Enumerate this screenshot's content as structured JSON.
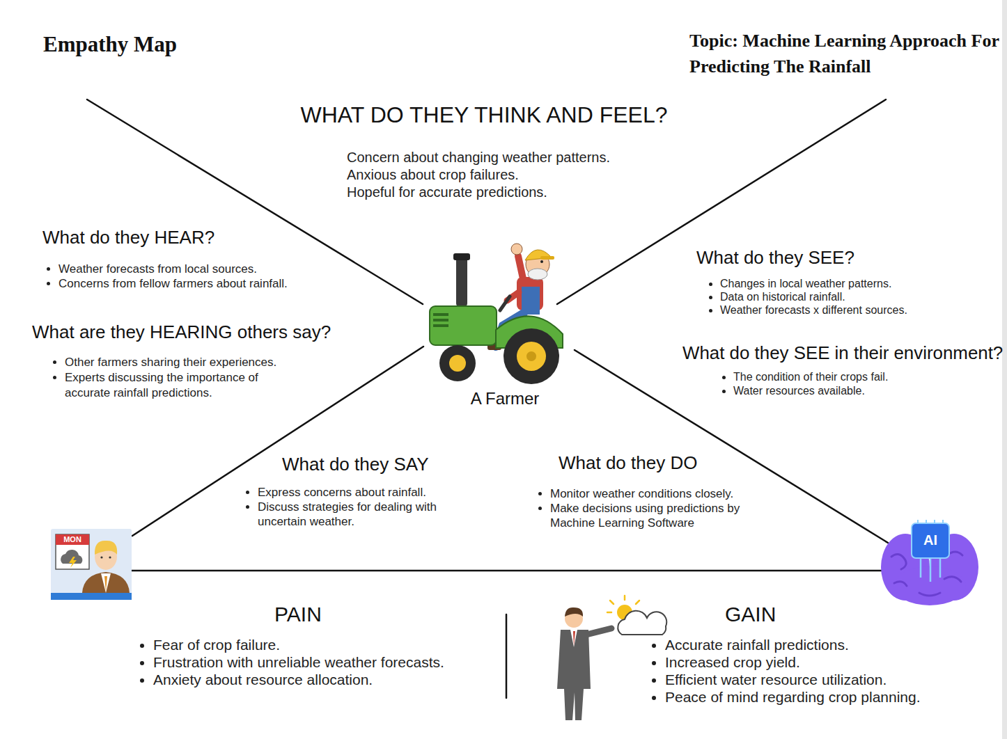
{
  "diagram": {
    "title": "Empathy Map",
    "nodes": [
      {
        "text": [
          "WHAT DO THEY THINK AND FEEL?",
          "Concern about changing weather patterns.",
          "Anxious about crop failures.",
          "Hopeful for accurate predictions."
        ]
      },
      {
        "text": [
          "What do they HEAR?",
          "Weather forecasts from local sources.",
          "Concerns from fellow farmers about rainfall."
        ]
      },
      {
        "text": [
          "What do they SEE?",
          "Changes in local weather patterns.",
          "Data on historical rainfall.",
          "Weather forecasts x different sources."
        ]
      },
      {
        "text": [
          "What are they HEARING others say?",
          "Other farmers sharing their experiences.",
          "Experts discussing the importance of accurate rainfall predictions."
        ]
      },
      {
        "text": [
          "What do they SEE in their environment?",
          "The condition of their crops fail.",
          "Water resources available."
        ]
      },
      {
        "text": [
          "What do they SAY",
          "Express concerns about rainfall.",
          "Discuss strategies for dealing with uncertain weather."
        ]
      },
      {
        "text": [
          "What do they DO",
          "Monitor weather conditions closely.",
          "Make decisions using predictions by Machine Learning Software"
        ]
      },
      {
        "text": [
          "PAIN",
          "Fear of crop failure.",
          "Frustration with unreliable weather forecasts.",
          "Anxiety about resource allocation."
        ]
      },
      {
        "text": [
          "GAIN",
          "Accurate rainfall predictions.",
          "Increased crop yield.",
          "Efficient water resource utilization.",
          "Peace of mind regarding crop planning."
        ]
      }
    ],
    "labels": [
      "Topic: Machine Learning Approach For Predicting The Rainfall",
      "A Farmer",
      "MON",
      "AI"
    ]
  }
}
